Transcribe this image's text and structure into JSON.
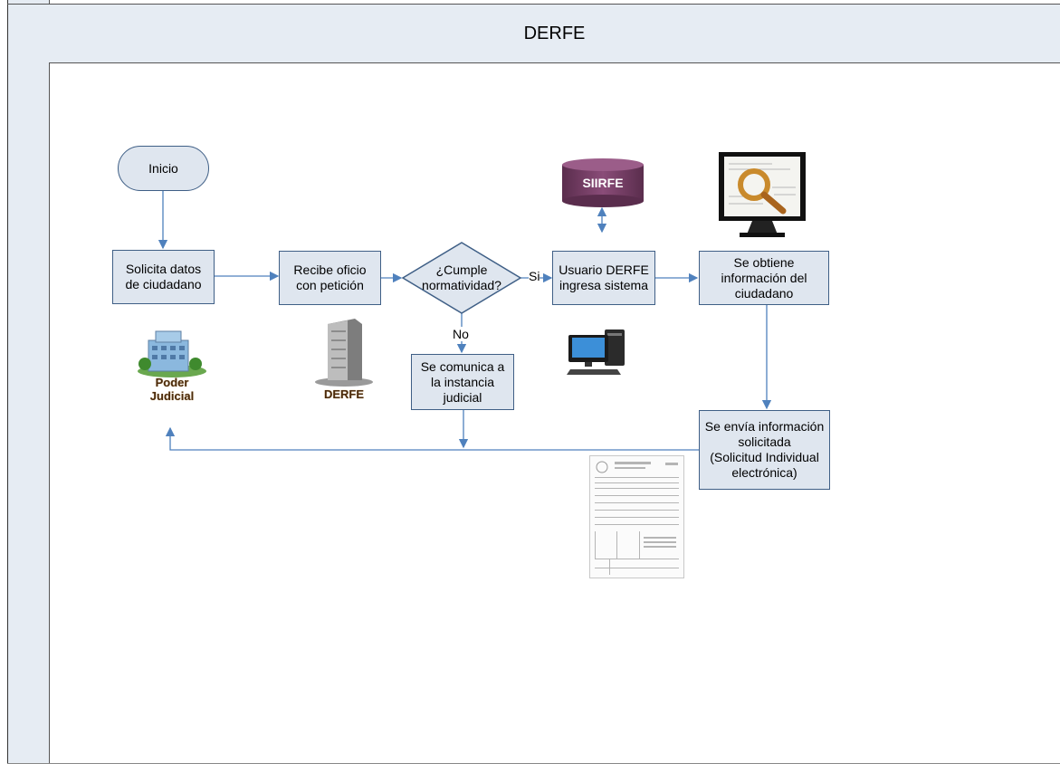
{
  "lane": {
    "title": "DERFE"
  },
  "nodes": {
    "start": "Inicio",
    "request": "Solicita datos\nde ciudadano",
    "receive": "Recibe oficio\ncon petición",
    "decision": "¿Cumple\nnormatividad?",
    "login": "Usuario DERFE\ningresa sistema",
    "obtain": "Se obtiene\ninformación del\nciudadano",
    "notify": "Se comunica a\nla instancia\njudicial",
    "send": "Se envía información\nsolicitada\n(Solicitud Individual\nelectrónica)"
  },
  "edge_labels": {
    "yes": "Si",
    "no": "No"
  },
  "icons": {
    "database_label": "SIIRFE",
    "poder_judicial_label": "Poder\nJudicial",
    "derfe_building_label": "DERFE"
  },
  "colors": {
    "node_fill": "#dfe6ef",
    "node_border": "#3f5f86",
    "arrow": "#4f81bd",
    "lane_fill": "#e6ecf3",
    "db_fill": "#6e3a5e"
  }
}
